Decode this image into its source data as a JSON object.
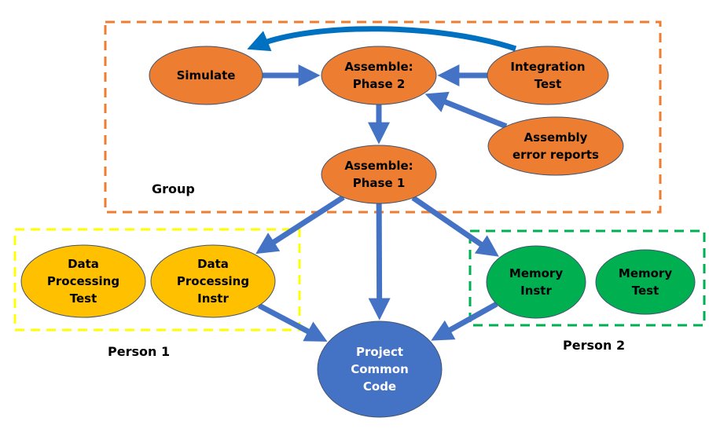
{
  "colors": {
    "orange": "#ED7D31",
    "yellow": "#FFC000",
    "green": "#00B050",
    "blue": "#4472C4",
    "arrow": "#4472C4",
    "curved_arrow": "#0070C0",
    "group_border_orange": "#ED7D31",
    "group_border_yellow": "#FFFF00",
    "group_border_green": "#00B050",
    "text_dark": "#000000",
    "text_light": "#FFFFFF"
  },
  "groups": [
    {
      "id": "group",
      "label": "Group",
      "color": "#ED7D31"
    },
    {
      "id": "person1",
      "label": "Person 1",
      "color": "#FFFF00"
    },
    {
      "id": "person2",
      "label": "Person 2",
      "color": "#00B050"
    }
  ],
  "nodes": [
    {
      "id": "simulate",
      "lines": [
        "Simulate"
      ],
      "fill": "#ED7D31",
      "text": "#000000"
    },
    {
      "id": "assemble2",
      "lines": [
        "Assemble:",
        "Phase 2"
      ],
      "fill": "#ED7D31",
      "text": "#000000"
    },
    {
      "id": "integration",
      "lines": [
        "Integration",
        "Test"
      ],
      "fill": "#ED7D31",
      "text": "#000000"
    },
    {
      "id": "errors",
      "lines": [
        "Assembly",
        "error reports"
      ],
      "fill": "#ED7D31",
      "text": "#000000"
    },
    {
      "id": "assemble1",
      "lines": [
        "Assemble:",
        "Phase 1"
      ],
      "fill": "#ED7D31",
      "text": "#000000"
    },
    {
      "id": "dptest",
      "lines": [
        "Data",
        "Processing",
        "Test"
      ],
      "fill": "#FFC000",
      "text": "#000000"
    },
    {
      "id": "dpinstr",
      "lines": [
        "Data",
        "Processing",
        "Instr"
      ],
      "fill": "#FFC000",
      "text": "#000000"
    },
    {
      "id": "meminstr",
      "lines": [
        "Memory",
        "Instr"
      ],
      "fill": "#00B050",
      "text": "#000000"
    },
    {
      "id": "memtest",
      "lines": [
        "Memory",
        "Test"
      ],
      "fill": "#00B050",
      "text": "#000000"
    },
    {
      "id": "common",
      "lines": [
        "Project",
        "Common",
        "Code"
      ],
      "fill": "#4472C4",
      "text": "#FFFFFF"
    }
  ],
  "edges": [
    {
      "from": "simulate",
      "to": "assemble2"
    },
    {
      "from": "integration",
      "to": "assemble2"
    },
    {
      "from": "errors",
      "to": "assemble2"
    },
    {
      "from": "assemble2",
      "to": "assemble1"
    },
    {
      "from": "assemble1",
      "to": "dpinstr"
    },
    {
      "from": "assemble1",
      "to": "common"
    },
    {
      "from": "assemble1",
      "to": "meminstr"
    },
    {
      "from": "dpinstr",
      "to": "common"
    },
    {
      "from": "meminstr",
      "to": "common"
    },
    {
      "from": "integration",
      "to": "simulate",
      "curved": true
    }
  ]
}
